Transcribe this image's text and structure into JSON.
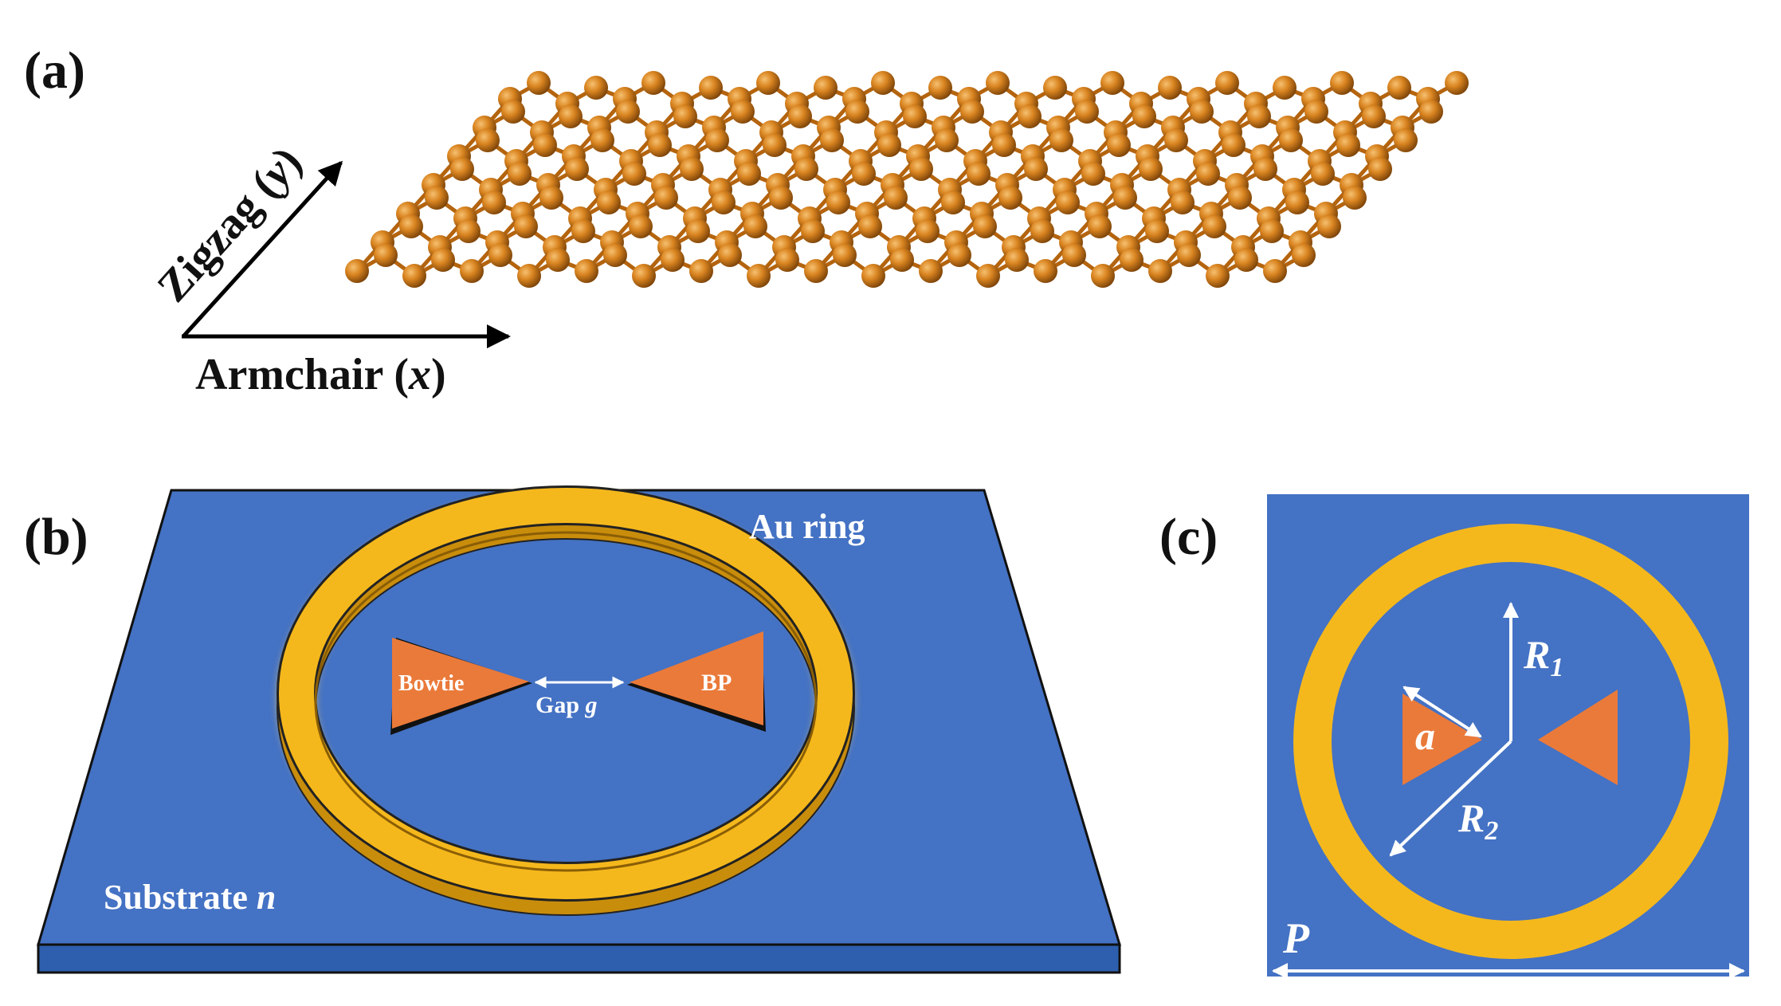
{
  "panels": {
    "a": {
      "label": "(a)",
      "axis_y_word": "Zigzag",
      "axis_y_var": "y",
      "axis_x_word": "Armchair",
      "axis_x_var": "x"
    },
    "b": {
      "label": "(b)",
      "ring_label": "Au ring",
      "substrate_word": "Substrate",
      "substrate_var": "n",
      "bowtie_label": "Bowtie",
      "bp_label": "BP",
      "gap_word": "Gap",
      "gap_var": "g"
    },
    "c": {
      "label": "(c)",
      "r1_main": "R",
      "r1_sub": "1",
      "r2_main": "R",
      "r2_sub": "2",
      "side_label": "a",
      "period_label": "P"
    }
  },
  "colors": {
    "substrate_blue": "#4472c4",
    "gold": "#f5b81c",
    "triangle_orange": "#ea7a3a",
    "atom_orange": "#c87414"
  }
}
